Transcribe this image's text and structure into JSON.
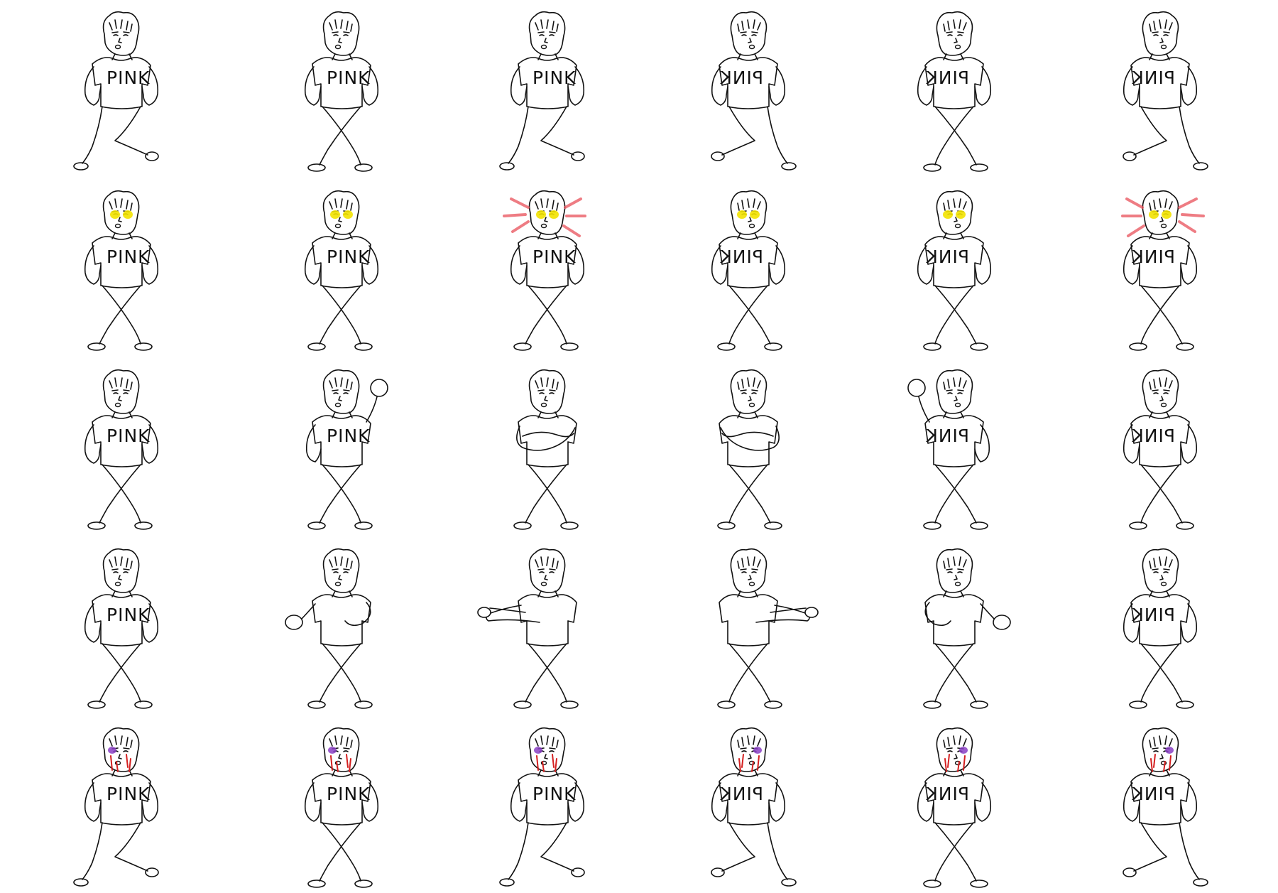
{
  "sheet": {
    "background": "#ffffff",
    "ink": "#111111",
    "shirt_text": "PINK",
    "colors": {
      "glow": "#f2e200",
      "flash": "#e8505a",
      "bruise": "#8a3fc4",
      "blood": "#d42020"
    },
    "rows": [
      {
        "name": "walk-row",
        "frames": [
          {
            "pose": "walk-a",
            "facing": "right",
            "effect": "none"
          },
          {
            "pose": "walk-b",
            "facing": "right",
            "effect": "none"
          },
          {
            "pose": "walk-c",
            "facing": "right",
            "effect": "none"
          },
          {
            "pose": "walk-c",
            "facing": "left",
            "effect": "none"
          },
          {
            "pose": "walk-b",
            "facing": "left",
            "effect": "none"
          },
          {
            "pose": "walk-a",
            "facing": "left",
            "effect": "none"
          }
        ]
      },
      {
        "name": "glow-eyes-row",
        "frames": [
          {
            "pose": "stand",
            "facing": "right",
            "effect": "glow"
          },
          {
            "pose": "stand",
            "facing": "right",
            "effect": "glow"
          },
          {
            "pose": "stand",
            "facing": "right",
            "effect": "glow-flash"
          },
          {
            "pose": "stand",
            "facing": "left",
            "effect": "glow"
          },
          {
            "pose": "stand",
            "facing": "left",
            "effect": "glow"
          },
          {
            "pose": "stand",
            "facing": "left",
            "effect": "glow-flash"
          }
        ]
      },
      {
        "name": "flex-row",
        "frames": [
          {
            "pose": "stand",
            "facing": "right",
            "effect": "none"
          },
          {
            "pose": "flex-up",
            "facing": "right",
            "effect": "none"
          },
          {
            "pose": "arms-crossed",
            "facing": "right",
            "effect": "none"
          },
          {
            "pose": "arms-crossed",
            "facing": "left",
            "effect": "none"
          },
          {
            "pose": "flex-up",
            "facing": "left",
            "effect": "none"
          },
          {
            "pose": "stand",
            "facing": "left",
            "effect": "none"
          }
        ]
      },
      {
        "name": "punch-row",
        "frames": [
          {
            "pose": "stand",
            "facing": "right",
            "effect": "none"
          },
          {
            "pose": "punch-windup",
            "facing": "right",
            "effect": "none"
          },
          {
            "pose": "punch-extend",
            "facing": "right",
            "effect": "none"
          },
          {
            "pose": "punch-extend",
            "facing": "left",
            "effect": "none"
          },
          {
            "pose": "punch-windup",
            "facing": "left",
            "effect": "none"
          },
          {
            "pose": "stand",
            "facing": "left",
            "effect": "none"
          }
        ]
      },
      {
        "name": "hurt-row",
        "frames": [
          {
            "pose": "walk-a",
            "facing": "right",
            "effect": "hurt"
          },
          {
            "pose": "walk-b",
            "facing": "right",
            "effect": "hurt"
          },
          {
            "pose": "walk-c",
            "facing": "right",
            "effect": "hurt"
          },
          {
            "pose": "walk-c",
            "facing": "left",
            "effect": "hurt"
          },
          {
            "pose": "walk-b",
            "facing": "left",
            "effect": "hurt"
          },
          {
            "pose": "walk-a",
            "facing": "left",
            "effect": "hurt"
          }
        ]
      }
    ]
  }
}
